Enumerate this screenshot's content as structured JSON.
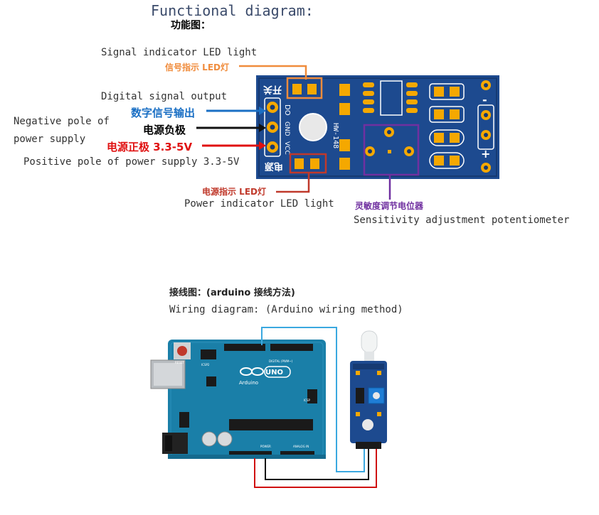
{
  "functional": {
    "title_en": "Functional diagram:",
    "title_cn": "功能图：",
    "signal_led_en": "Signal indicator LED light",
    "signal_led_cn": "信号指示 LED灯",
    "digital_out_en": "Digital signal output",
    "digital_out_cn": "数字信号输出",
    "neg_pole_en_1": "Negative pole of",
    "neg_pole_en_2": "power supply",
    "neg_pole_cn": "电源负极",
    "pos_pole_cn": "电源正极  3.3-5V",
    "pos_pole_en": "Positive pole of power supply 3.3-5V",
    "power_led_cn": "电源指示 LED灯",
    "power_led_en": "Power indicator LED light",
    "pot_cn": "灵敏度调节电位器",
    "pot_en": "Sensitivity adjustment potentiometer",
    "board_label": "HW-148",
    "pcb_text_top": "开关",
    "pcb_text_bottom": "电源",
    "pin_do": "DO",
    "pin_gnd": "GND",
    "pin_vcc": "VCC",
    "minus_sign": "-",
    "plus_sign": "+"
  },
  "wiring": {
    "title_cn": "接线图：(arduino 接线方法)",
    "title_en": "Wiring diagram: (Arduino wiring method)",
    "uno_label": "UNO",
    "arduino_label": "Arduino",
    "digital_label": "DIGITAL (PWM~)",
    "power_label": "POWER",
    "analog_label": "ANALOG IN",
    "reset_label": "RESET",
    "icsp_label": "ICSP2",
    "icsp1_label": "ICSP"
  },
  "colors": {
    "pcb_blue": "#1d4a8f",
    "pcb_dark": "#163a72",
    "pad_gold": "#f5a800",
    "label_orange": "#f08c3c",
    "label_blue": "#1a6fc4",
    "label_red": "#e01010",
    "label_darkred": "#c0392b",
    "label_purple": "#7030a0",
    "arduino_teal": "#1a7fa8",
    "wire_blue": "#3aa8e0",
    "wire_red": "#d01010",
    "wire_black": "#111111"
  }
}
